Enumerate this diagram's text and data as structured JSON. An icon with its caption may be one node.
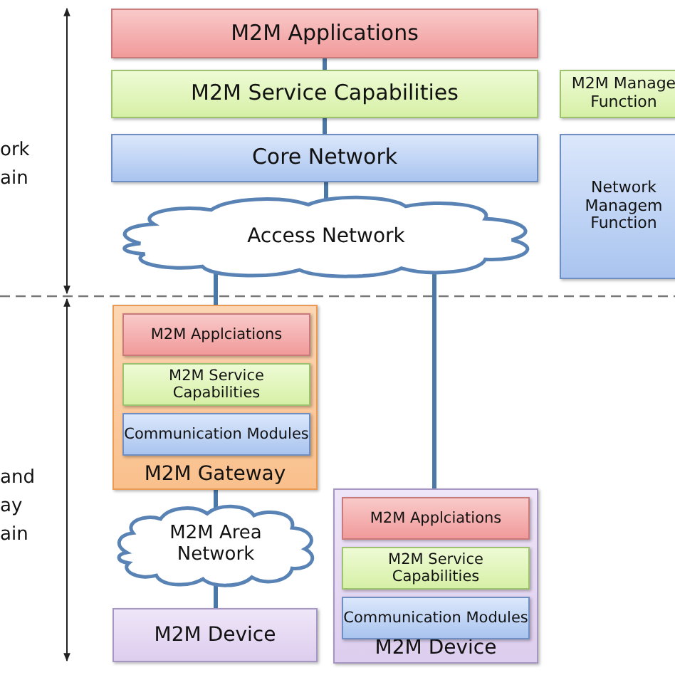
{
  "diagram": {
    "nodes": [
      {
        "text": [
          "M2M Applications"
        ]
      },
      {
        "text": [
          "M2M Service Capabilities"
        ]
      },
      {
        "text": [
          "Core Network"
        ]
      },
      {
        "text": [
          "Access Network"
        ]
      },
      {
        "text": [
          "M2M Manage Function"
        ]
      },
      {
        "text": [
          "Network Managem Function"
        ]
      },
      {
        "text": [
          "M2M Gateway"
        ]
      },
      {
        "text": [
          "M2M Applciations"
        ],
        "in": 6
      },
      {
        "text": [
          "M2M Service Capabilities"
        ],
        "in": 6
      },
      {
        "text": [
          "Communication Modules"
        ],
        "in": 6
      },
      {
        "text": [
          "M2M Area Network"
        ]
      },
      {
        "text": [
          "M2M Device"
        ]
      },
      {
        "text": [
          "M2M Device"
        ]
      },
      {
        "text": [
          "M2M Applciations"
        ],
        "in": 12
      },
      {
        "text": [
          "M2M Service Capabilities"
        ],
        "in": 12
      },
      {
        "text": [
          "Communication Modules"
        ],
        "in": 12
      }
    ],
    "edges": [
      {
        "from": 0,
        "to": 1,
        "arrow": "none"
      },
      {
        "from": 1,
        "to": 2,
        "arrow": "none"
      },
      {
        "from": 2,
        "to": 3,
        "arrow": "none"
      },
      {
        "from": 3,
        "to": 6,
        "arrow": "none"
      },
      {
        "from": 3,
        "to": 12,
        "arrow": "none"
      },
      {
        "from": 6,
        "to": 10,
        "arrow": "none"
      },
      {
        "from": 10,
        "to": 11,
        "arrow": "none"
      }
    ],
    "labels": [
      "ork ain",
      "and ay ain"
    ]
  }
}
